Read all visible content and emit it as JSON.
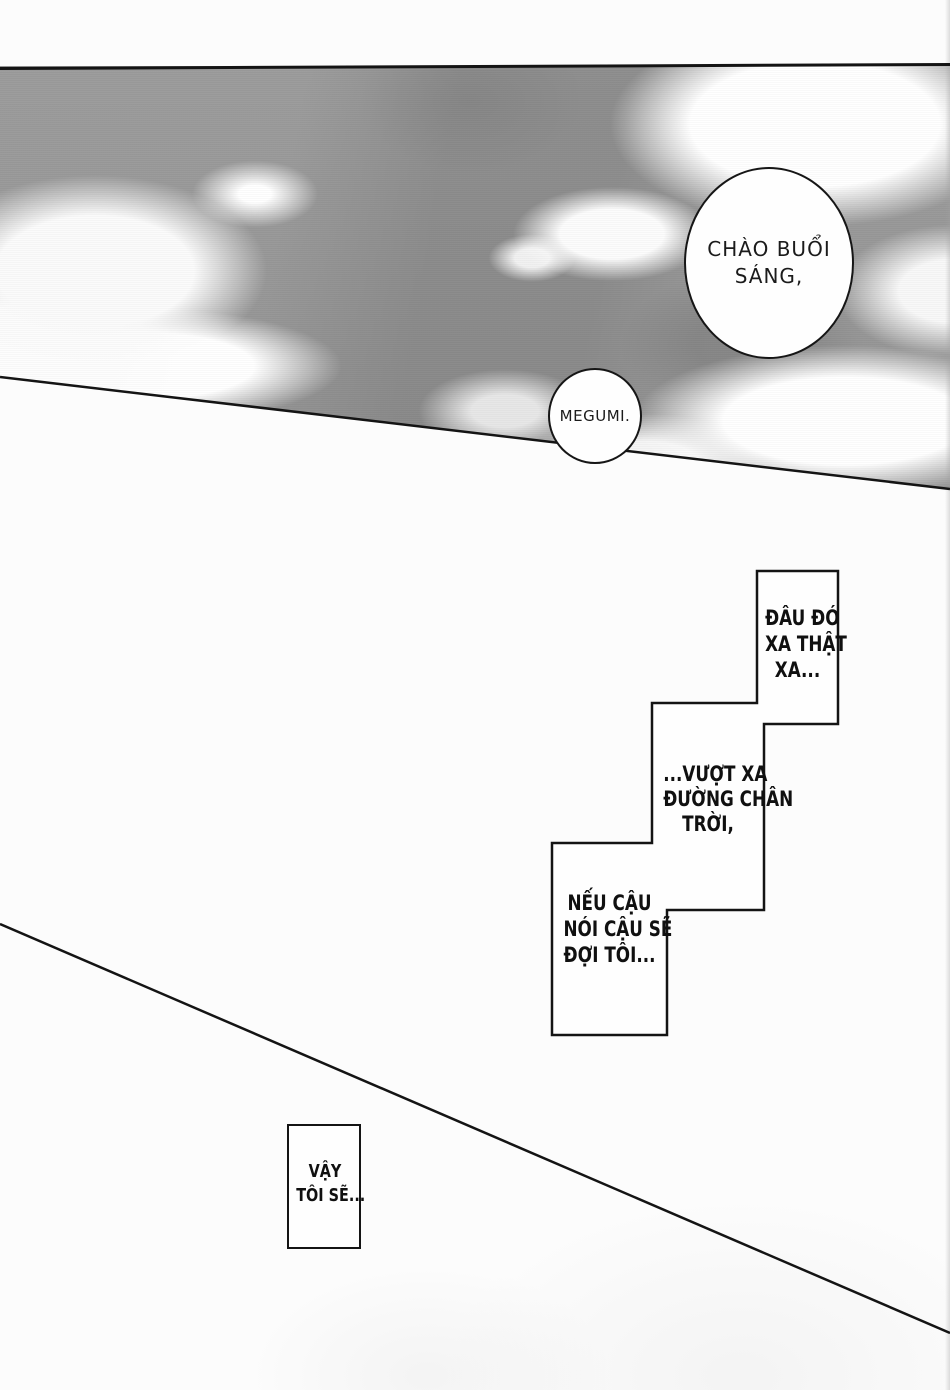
{
  "bubbles": {
    "greeting": {
      "line1": "CHÀO BUỔI",
      "line2": "SÁNG,"
    },
    "name": {
      "line1": "MEGUMI."
    }
  },
  "captions": {
    "c1": {
      "line1": "ĐÂU ĐÓ",
      "line2": "XA THẬT",
      "line3": "XA..."
    },
    "c2": {
      "line1": "...VƯỢT XA",
      "line2": "ĐƯỜNG CHÂN",
      "line3": "TRỜI,"
    },
    "c3": {
      "line1": "NẾU CẬU",
      "line2": "NÓI CẬU SẼ",
      "line3": "ĐỢI TÔI..."
    },
    "c4": {
      "line1": "VẬY",
      "line2": "TÔI SẼ..."
    }
  },
  "colors": {
    "paper": "#fcfcfc",
    "sky_gray": "#989898",
    "cloud_white": "#ffffff",
    "ink": "#141414"
  }
}
